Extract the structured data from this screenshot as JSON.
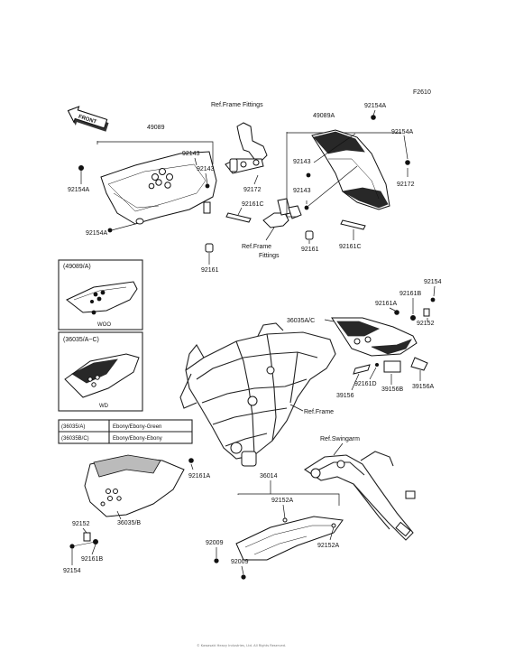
{
  "figure_code": "F2610",
  "front_arrow": "FRONT",
  "parts": {
    "p49089": "49089",
    "p49089A": "49089A",
    "p92143_a": "92143",
    "p92143_b": "92143",
    "p92143_c": "92143",
    "p92143_d": "92143",
    "p92154A_a": "92154A",
    "p92154A_b": "92154A",
    "p92154A_c": "92154A",
    "p92154A_d": "92154A",
    "p92172_a": "92172",
    "p92172_b": "92172",
    "p92161C_a": "92161C",
    "p92161C_b": "92161C",
    "p92161_a": "92161",
    "p92161_b": "92161",
    "p92154_a": "92154",
    "p92154_b": "92154",
    "p92161B_a": "92161B",
    "p92161B_b": "92161B",
    "p92161A_a": "92161A",
    "p92161A_b": "92161A",
    "p92152_a": "92152",
    "p92152_b": "92152",
    "p36035AC": "36035A/C",
    "p36035B": "36035/B",
    "p39156": "39156",
    "p92161D": "92161D",
    "p39156B": "39156B",
    "p39156A": "39156A",
    "p36014": "36014",
    "p92152A_a": "92152A",
    "p92152A_b": "92152A",
    "p92009_a": "92009",
    "p92009_b": "92009"
  },
  "refs": {
    "frame_fittings_top": "Ref.Frame Fittings",
    "frame_fittings_bottom_1": "Ref.Frame",
    "frame_fittings_bottom_2": "Fittings",
    "frame": "Ref.Frame",
    "swingarm": "Ref.Swingarm"
  },
  "insets": {
    "inset1_title": "(49089/A)",
    "inset1_caption": "WOO",
    "inset2_title": "(36035/A~C)",
    "inset2_caption": "WD"
  },
  "color_table": [
    {
      "part": "(36035/A)",
      "color": "Ebony/Ebony-Green"
    },
    {
      "part": "(36035B/C)",
      "color": "Ebony/Ebony-Ebony"
    }
  ],
  "footer_text": "© Kawasaki Heavy Industries, Ltd. All Rights Reserved.",
  "colors": {
    "line": "#111111",
    "paper": "#ffffff",
    "fill_gray": "#bbbbbb"
  }
}
